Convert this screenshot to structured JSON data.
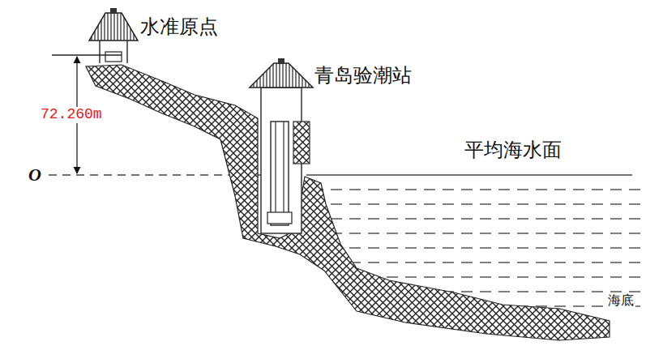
{
  "diagram": {
    "labels": [
      "水准原点",
      "青岛验潮站",
      "72.260m",
      "O",
      "平均海水面",
      "海底"
    ]
  }
}
